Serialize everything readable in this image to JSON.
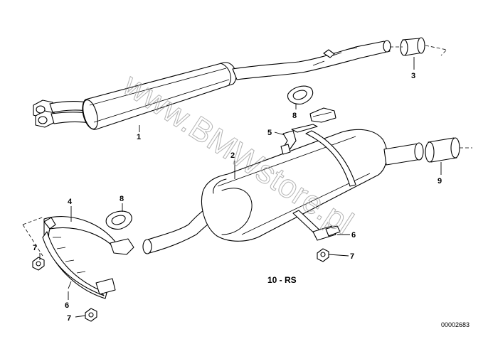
{
  "callouts": {
    "c1": "1",
    "c2": "2",
    "c3": "3",
    "c4": "4",
    "c5": "5",
    "c6a": "6",
    "c6b": "6",
    "c7a": "7",
    "c7b": "7",
    "c7c": "7",
    "c8a": "8",
    "c8b": "8",
    "c9": "9"
  },
  "group_label": "10 - RS",
  "diagram_code": "00002683",
  "watermark": "www.BMWstore.pl",
  "colors": {
    "line": "#000000",
    "background": "#ffffff",
    "watermark": "#9a9a9a"
  }
}
